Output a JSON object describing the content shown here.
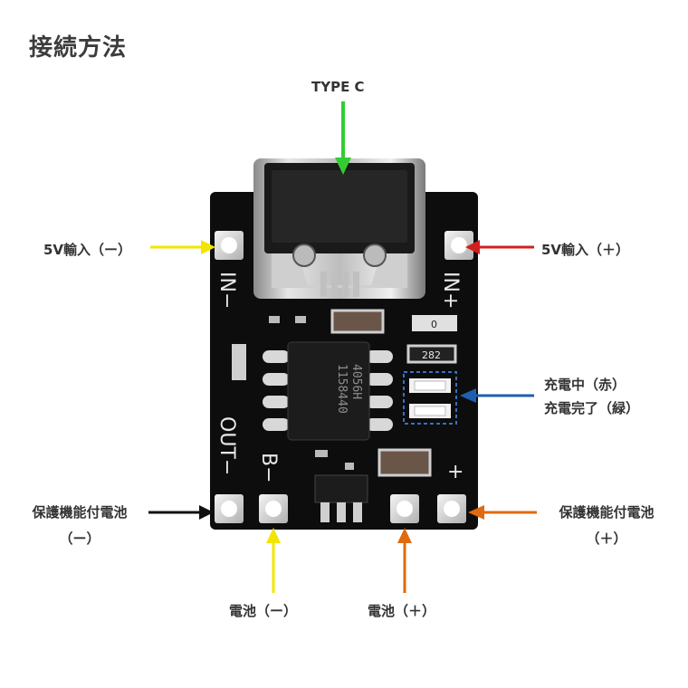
{
  "title": "接続方法",
  "labels": {
    "type_c": "TYPE C",
    "in_minus": "5V輸入（ー）",
    "in_plus": "5V輸入（＋）",
    "led_line1": "充電中（赤）",
    "led_line2": "充電完了（緑）",
    "prot_minus_line1": "保護機能付電池",
    "prot_minus_line2": "（ー）",
    "prot_plus_line1": "保護機能付電池",
    "prot_plus_line2": "（＋）",
    "batt_minus": "電池（ー）",
    "batt_plus": "電池（＋）"
  },
  "silkscreen": {
    "in_minus": "IN−",
    "in_plus": "IN+",
    "out_minus": "OUT−",
    "b_minus": "B−",
    "plus": "+",
    "chip_line1": "4056H",
    "chip_line2": "1158440",
    "resistor": "282",
    "cap": "0"
  },
  "colors": {
    "board": "#0d0d0d",
    "yellow_arrow": "#f2e600",
    "red_arrow": "#d21f1f",
    "green_arrow": "#33cc33",
    "blue_arrow": "#1f5fb0",
    "black_arrow": "#111111",
    "orange_arrow": "#e06a10"
  }
}
